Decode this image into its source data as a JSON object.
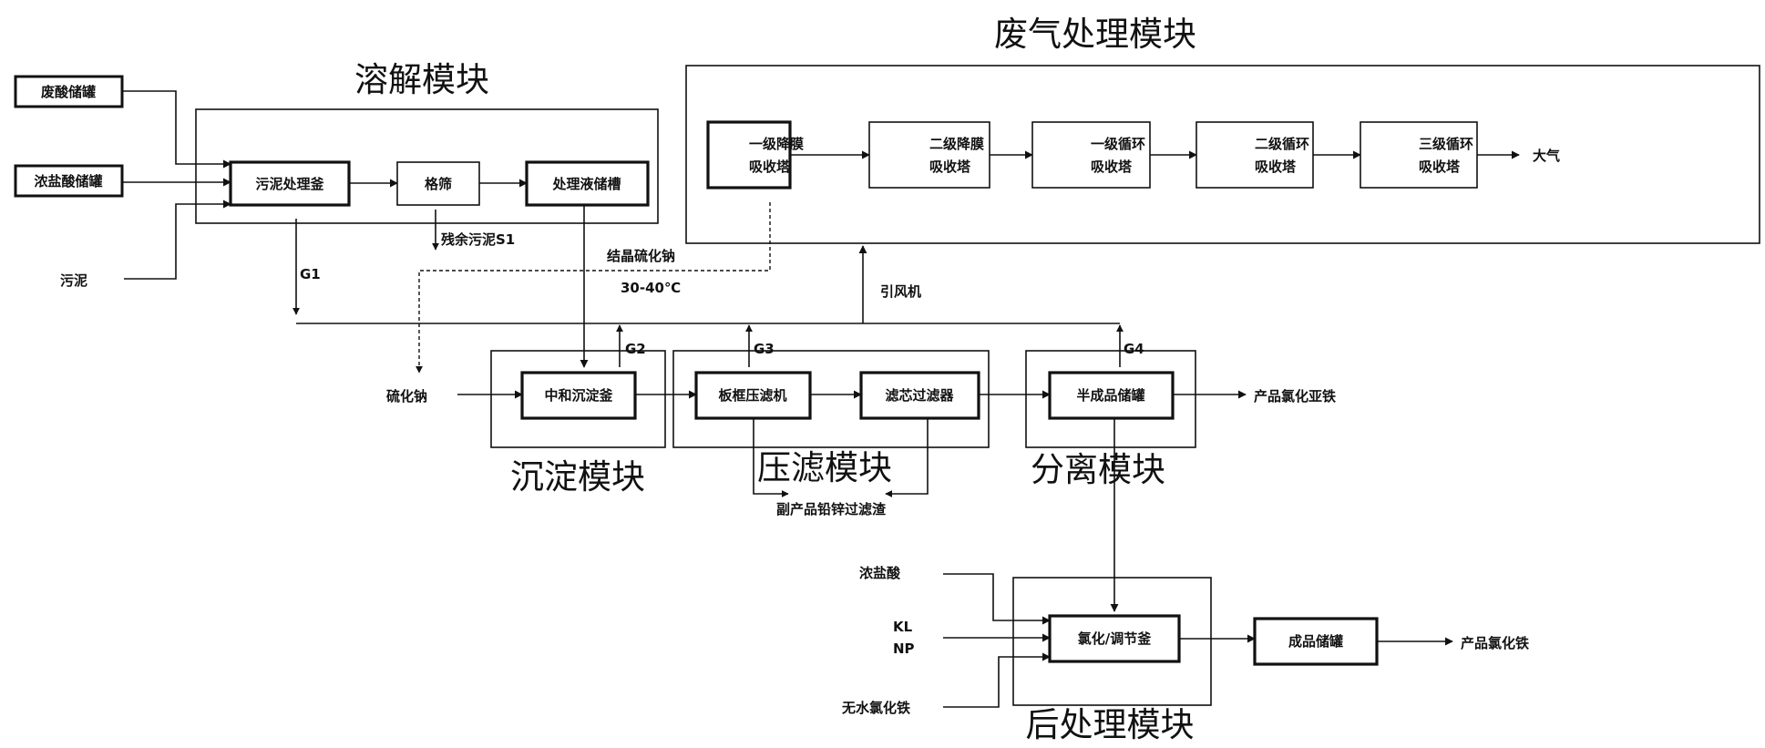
{
  "modules": {
    "dissolve": "溶解模块",
    "exhaust": "废气处理模块",
    "precip": "沉淀模块",
    "filter": "压滤模块",
    "separate": "分离模块",
    "post": "后处理模块"
  },
  "inputs": {
    "waste_acid_tank": "废酸储罐",
    "conc_hcl_tank": "浓盐酸储罐",
    "sludge": "污泥",
    "na2s": "硫化钠",
    "conc_hcl": "浓盐酸",
    "kl": "KL",
    "np": "NP",
    "anhydrous_fecl3": "无水氯化铁"
  },
  "units": {
    "sludge_kettle": "污泥处理釜",
    "screen": "格筛",
    "liquid_tank": "处理液储槽",
    "neutral_kettle": "中和沉淀釜",
    "plate_press": "板框压滤机",
    "cartridge_filter": "滤芯过滤器",
    "semi_tank": "半成品储罐",
    "chlorination_kettle": "氯化/调节釜",
    "product_tank": "成品储罐",
    "tower1": "一级降膜\n吸收塔",
    "tower2": "二级降膜\n吸收塔",
    "tower3": "一级循环\n吸收塔",
    "tower4": "二级循环\n吸收塔",
    "tower5": "三级循环\n吸收塔"
  },
  "labels": {
    "residual_sludge": "残余污泥S1",
    "g1": "G1",
    "g2": "G2",
    "g3": "G3",
    "g4": "G4",
    "crystal_na2s": "结晶硫化钠",
    "temp": "30-40℃",
    "fan": "引风机",
    "atmosphere": "大气",
    "product_ferrous": "产品氯化亚铁",
    "byproduct": "副产品铅锌过滤渣",
    "product_ferric": "产品氯化铁"
  }
}
